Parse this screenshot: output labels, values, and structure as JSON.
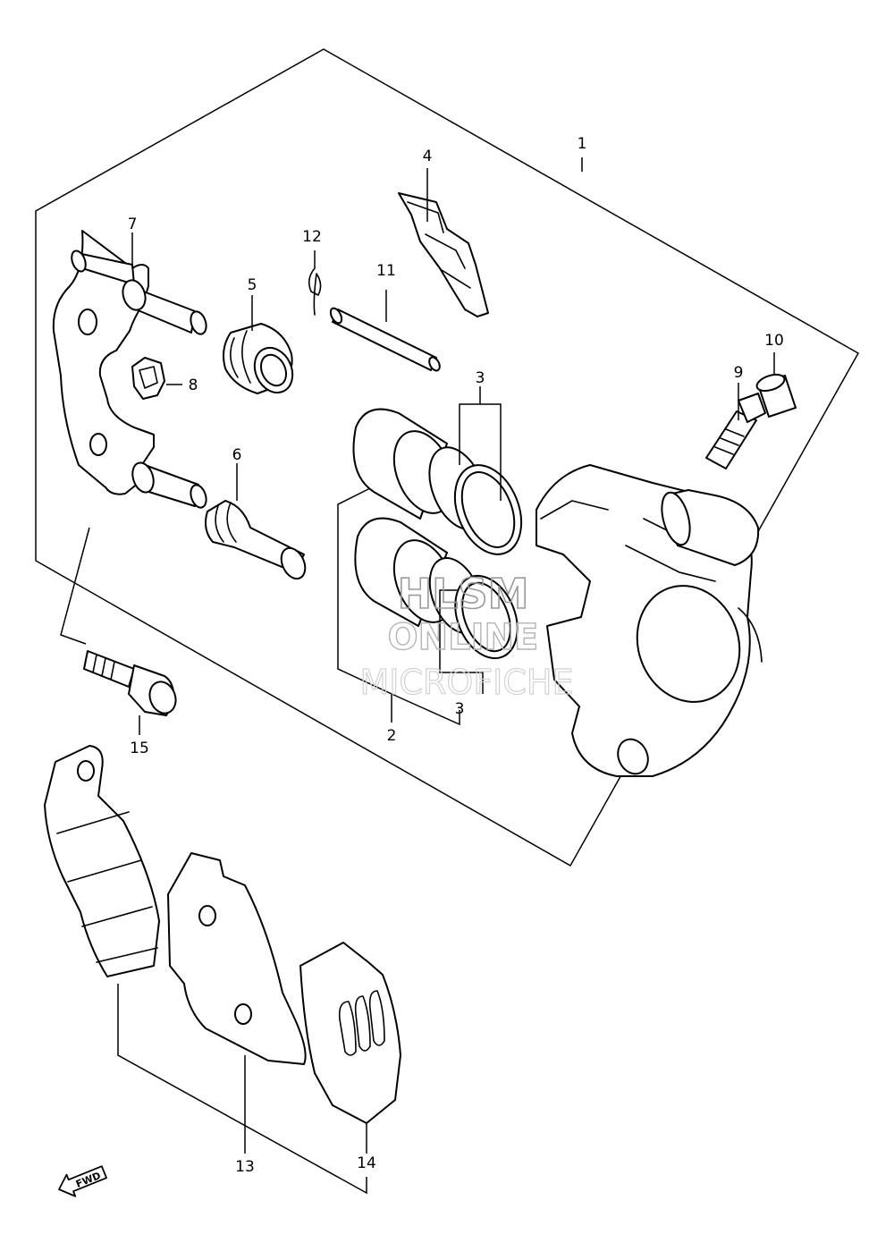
{
  "callouts": [
    {
      "id": "1",
      "label": "1"
    },
    {
      "id": "2",
      "label": "2"
    },
    {
      "id": "3a",
      "label": "3"
    },
    {
      "id": "3b",
      "label": "3"
    },
    {
      "id": "4",
      "label": "4"
    },
    {
      "id": "5",
      "label": "5"
    },
    {
      "id": "6",
      "label": "6"
    },
    {
      "id": "7",
      "label": "7"
    },
    {
      "id": "8",
      "label": "8"
    },
    {
      "id": "9",
      "label": "9"
    },
    {
      "id": "10",
      "label": "10"
    },
    {
      "id": "11",
      "label": "11"
    },
    {
      "id": "12",
      "label": "12"
    },
    {
      "id": "13",
      "label": "13"
    },
    {
      "id": "14",
      "label": "14"
    },
    {
      "id": "15",
      "label": "15"
    }
  ],
  "watermark": {
    "line1": "HLSM",
    "line2": "ONLINE",
    "line3": "MICROFICHE"
  },
  "direction_arrow": {
    "label": "FWD",
    "icon": "fwd-arrow-icon"
  }
}
